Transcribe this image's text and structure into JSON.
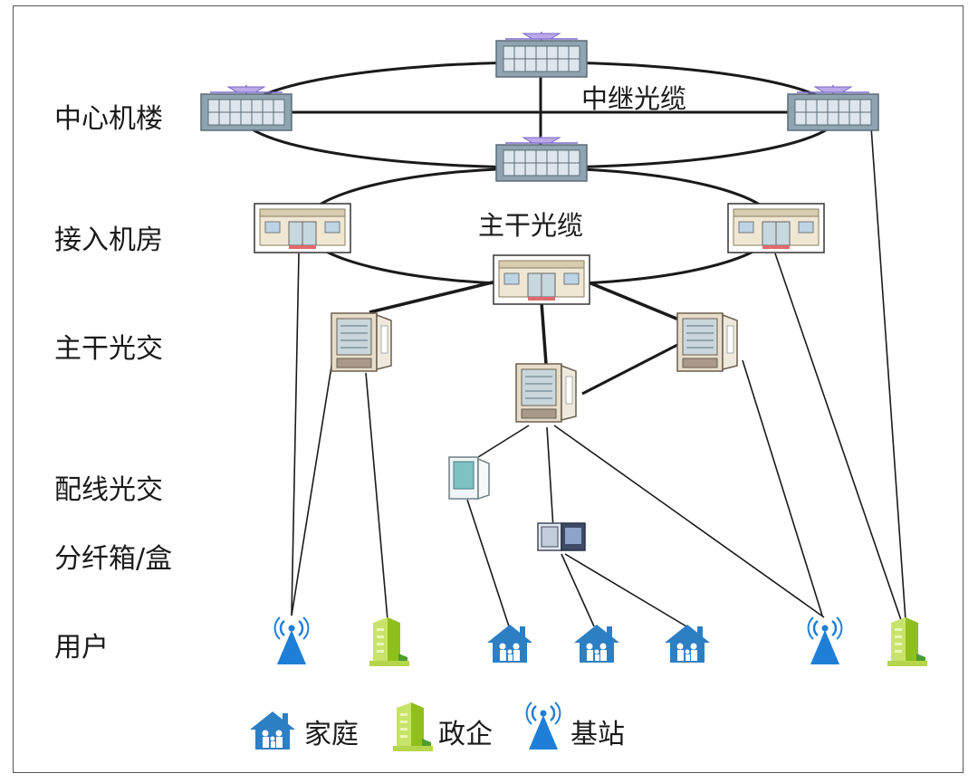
{
  "levels": [
    {
      "key": "center",
      "label": "中心机楼"
    },
    {
      "key": "access",
      "label": "接入机房"
    },
    {
      "key": "trunk_cab",
      "label": "主干光交"
    },
    {
      "key": "dist_cab",
      "label": "配线光交"
    },
    {
      "key": "split_box",
      "label": "分纤箱/盒"
    },
    {
      "key": "users",
      "label": "用户"
    }
  ],
  "cables": {
    "relay": "中继光缆",
    "trunk": "主干光缆"
  },
  "legend": [
    {
      "icon": "home-icon",
      "label": "家庭"
    },
    {
      "icon": "enterprise-building-icon",
      "label": "政企"
    },
    {
      "icon": "base-station-icon",
      "label": "基站"
    }
  ],
  "colors": {
    "line": "#1a1a1a",
    "server": "#8fa3b0",
    "room": "#e9dfc8",
    "user_blue": "#2d7fc4",
    "enterprise_green": "#a6cf2c"
  }
}
